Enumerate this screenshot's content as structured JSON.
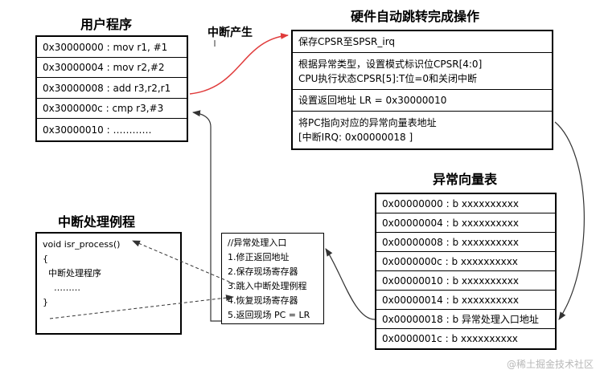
{
  "user_program": {
    "title": "用户程序",
    "rows": [
      "0x30000000 : mov r1, #1",
      "0x30000004 : mov r2,#2",
      "0x30000008 : add r3,r2,r1",
      "0x3000000c : cmp r3,#3",
      "0x30000010 : …………"
    ]
  },
  "interrupt_label": "中断产生",
  "hardware": {
    "title": "硬件自动跳转完成操作",
    "rows": [
      {
        "lines": [
          "保存CPSR至SPSR_irq"
        ]
      },
      {
        "lines": [
          "根据异常类型，设置模式标识位CPSR[4:0]",
          "CPU执行状态CPSR[5]:T位=0和关闭中断"
        ]
      },
      {
        "lines": [
          "设置返回地址 LR = 0x30000010"
        ]
      },
      {
        "lines": [
          "将PC指向对应的异常向量表地址",
          "[中断IRQ: 0x00000018 ]"
        ]
      }
    ]
  },
  "vector_table": {
    "title": "异常向量表",
    "rows": [
      "0x00000000 : b xxxxxxxxxx",
      "0x00000004 : b xxxxxxxxxx",
      "0x00000008 : b xxxxxxxxxx",
      "0x0000000c : b xxxxxxxxxx",
      "0x00000010 : b xxxxxxxxxx",
      "0x00000014 : b xxxxxxxxxx",
      "0x00000018 : b 异常处理入口地址",
      "0x0000001c : b xxxxxxxxxx"
    ]
  },
  "isr": {
    "title": "中断处理例程",
    "lines": [
      "void isr_process()",
      "{",
      "  中断处理程序",
      "    ………",
      "}"
    ]
  },
  "exception_entry": {
    "lines": [
      "//异常处理入口",
      "1.修正返回地址",
      "2.保存现场寄存器",
      "3.跳入中断处理例程",
      "4.恢复现场寄存器",
      "5.返回现场 PC = LR"
    ]
  },
  "watermark": "@稀土掘金技术社区"
}
